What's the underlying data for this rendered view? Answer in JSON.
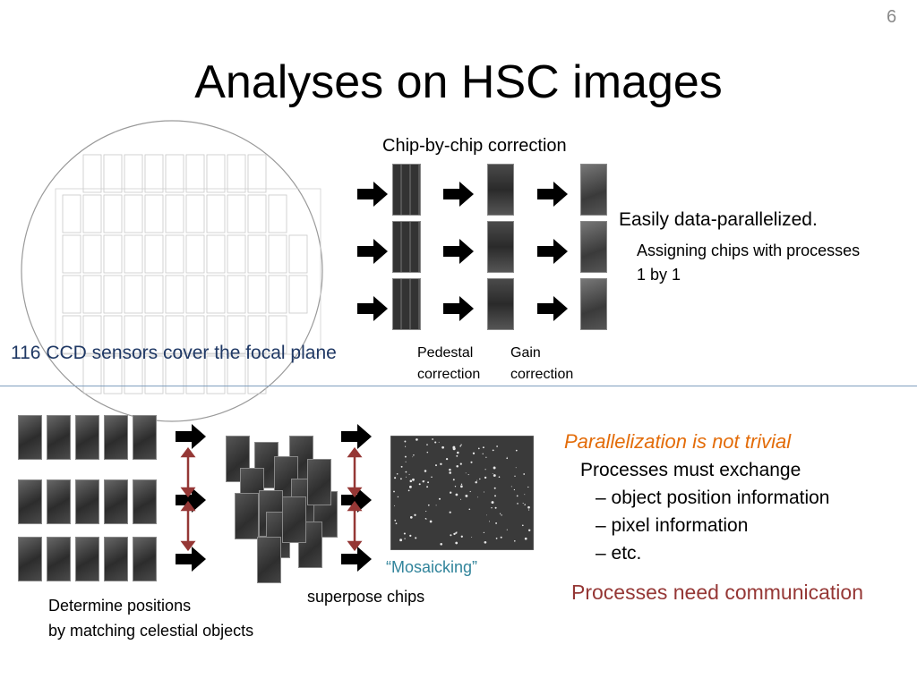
{
  "slide_number": "6",
  "title": "Analyses on HSC images",
  "chip_section": {
    "heading": "Chip-by-chip correction",
    "pedestal_label": [
      "Pedestal",
      "correction"
    ],
    "gain_label": [
      "Gain",
      "correction"
    ]
  },
  "focal_plane_label": "116 CCD sensors cover the focal plane",
  "parallel": {
    "easy": "Easily data-parallelized.",
    "assign": [
      "Assigning chips with processes",
      "1 by 1"
    ]
  },
  "mosaic_section": {
    "nontrivial": "Parallelization is not trivial",
    "exchange": "Processes must exchange",
    "bullets": [
      "– object position information",
      "– pixel information",
      "–  etc."
    ],
    "mosaicking": "“Mosaicking”",
    "superpose": "superpose chips",
    "determine": [
      "Determine positions",
      "by matching celestial objects"
    ],
    "need_comm": "Processes need communication"
  },
  "colors": {
    "focal_label": "#1f3864",
    "nontrivial": "#e36c09",
    "mosaicking": "#31849b",
    "need_comm": "#953735",
    "double_arrow": "#953735"
  }
}
